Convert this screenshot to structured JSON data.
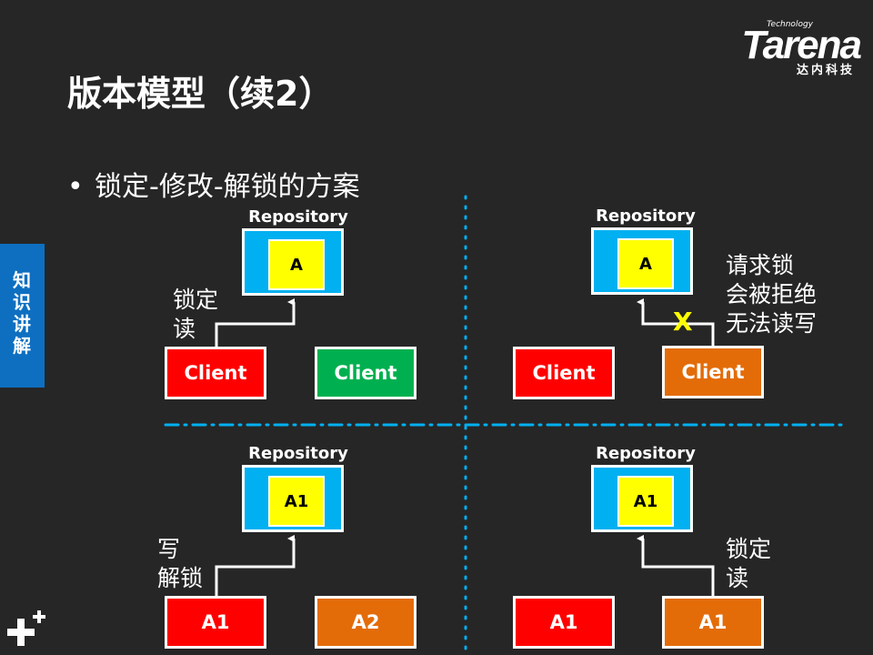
{
  "logo": {
    "tagline": "Technology",
    "brand": "Tarena",
    "subtitle": "达内科技"
  },
  "title": "版本模型（续2）",
  "bullet": "锁定-修改-解锁的方案",
  "side_tab": "知识讲解",
  "repository_label": "Repository",
  "q1": {
    "item": "A",
    "note": "锁定\n读",
    "client_left": "Client",
    "client_right": "Client"
  },
  "q2": {
    "item": "A",
    "note": "请求锁\n会被拒绝\n无法读写",
    "client_left": "Client",
    "client_right": "Client",
    "deny_mark": "X"
  },
  "q3": {
    "item": "A1",
    "note": "写\n解锁",
    "client_left": "A1",
    "client_right": "A2"
  },
  "q4": {
    "item": "A1",
    "note": "锁定\n读",
    "client_left": "A1",
    "client_right": "A1"
  },
  "colors": {
    "background": "#262626",
    "repo": "#00b0f0",
    "item": "#ffff00",
    "red": "#ff0000",
    "green": "#00b050",
    "orange": "#e36c09",
    "divider": "#00b0f0",
    "side_tab": "#0e6fc1"
  }
}
